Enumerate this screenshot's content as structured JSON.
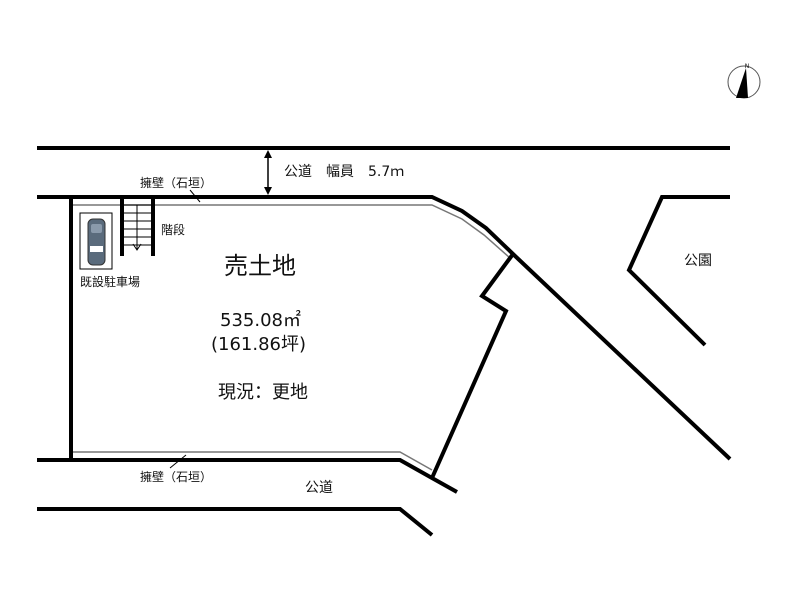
{
  "plan": {
    "lot_title": "売土地",
    "area_sqm": "535.08㎡",
    "area_tsubo": "(161.86坪)",
    "current_status": "現況：更地",
    "north_label": "N",
    "north_icon": "compass-north-icon",
    "labels": {
      "retaining_wall_top": "擁壁（石垣）",
      "retaining_wall_bottom": "擁壁（石垣）",
      "stairs": "階段",
      "parking": "既設駐車場",
      "public_road_top": "公道　幅員　5.7ｍ",
      "public_road_bottom": "公道",
      "park": "公園"
    },
    "icons": {
      "car": "car-icon",
      "stairs": "stairs-icon",
      "width_arrow": "double-arrow-icon"
    },
    "colors": {
      "line": "#000000",
      "wall": "#808080",
      "car_body": "#5a6b7c",
      "background": "#ffffff"
    }
  }
}
